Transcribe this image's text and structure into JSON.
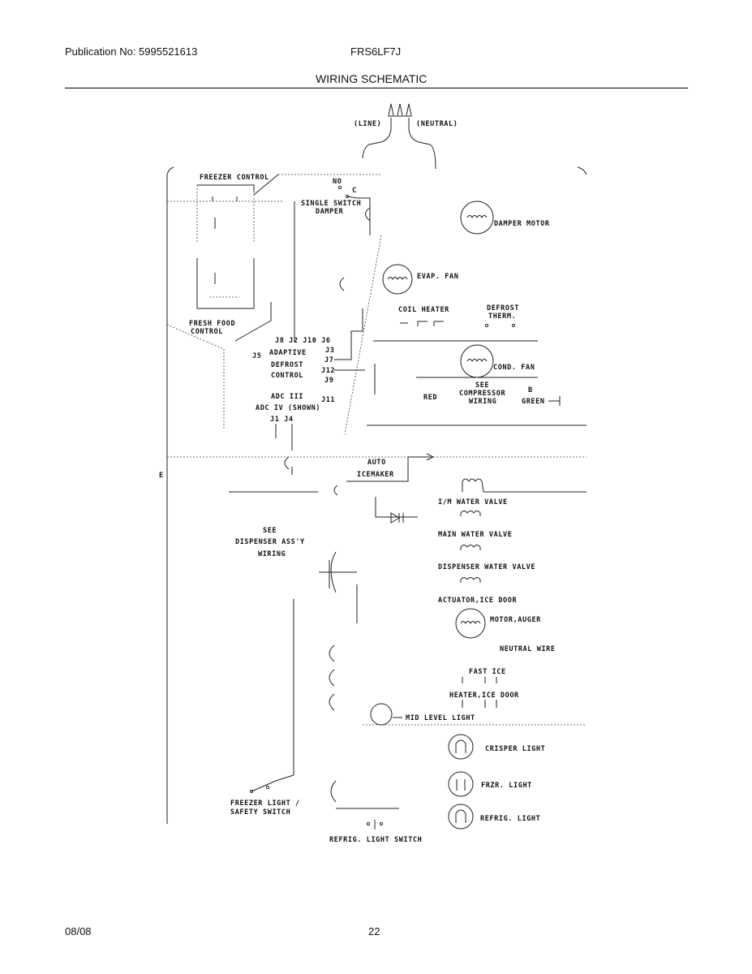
{
  "header": {
    "publication": "Publication No: 5995521613",
    "model": "FRS6LF7J",
    "title": "WIRING SCHEMATIC"
  },
  "footer": {
    "date": "08/08",
    "page": "22"
  },
  "diagram": {
    "line": "(LINE)",
    "neutral": "(NEUTRAL)",
    "freezer_control": "FREEZER CONTROL",
    "no": "NO",
    "c": "C",
    "single_switch": "SINGLE SWITCH",
    "damper": "DAMPER",
    "damper_motor": "DAMPER MOTOR",
    "evap_fan": "EVAP. FAN",
    "coil_heater": "COIL HEATER",
    "defrost": "DEFROST",
    "therm": "THERM.",
    "fresh_food": "FRESH FOOD",
    "control": "CONTROL",
    "j_top": "J8 J2 J10 J6",
    "j3": "J3",
    "j5": "J5",
    "adaptive": "ADAPTIVE",
    "defrost2": "DEFROST",
    "control2": "CONTROL",
    "j7": "J7",
    "j12": "J12",
    "j9": "J9",
    "cond_fan": "COND. FAN",
    "adc3": "ADC III",
    "adc4": "ADC IV (SHOWN)",
    "j11": "J11",
    "j1j4": "J1  J4",
    "red": "RED",
    "see": "SEE",
    "compressor": "COMPRESSOR",
    "wiring": "WIRING",
    "b": "B",
    "green": "GREEN",
    "auto": "AUTO",
    "icemaker": "ICEMAKER",
    "e": "E",
    "im_water_valve": "I/M WATER VALVE",
    "see2": "SEE",
    "dispenser_assy": "DISPENSER ASS'Y",
    "wiring2": "WIRING",
    "main_water_valve": "MAIN WATER VALVE",
    "dispenser_water_valve": "DISPENSER WATER VALVE",
    "actuator_ice_door": "ACTUATOR,ICE DOOR",
    "motor_auger": "MOTOR,AUGER",
    "neutral_wire": "NEUTRAL WIRE",
    "fast_ice": "FAST ICE",
    "heater_ice_door": "HEATER,ICE DOOR",
    "mid_level_light": "MID LEVEL LIGHT",
    "crisper_light": "CRISPER LIGHT",
    "frzr_light": "FRZR. LIGHT",
    "refrig_light": "REFRIG. LIGHT",
    "freezer_light": "FREEZER LIGHT /",
    "safety_switch": "SAFETY SWITCH",
    "refrig_light_switch": "REFRIG. LIGHT SWITCH"
  }
}
